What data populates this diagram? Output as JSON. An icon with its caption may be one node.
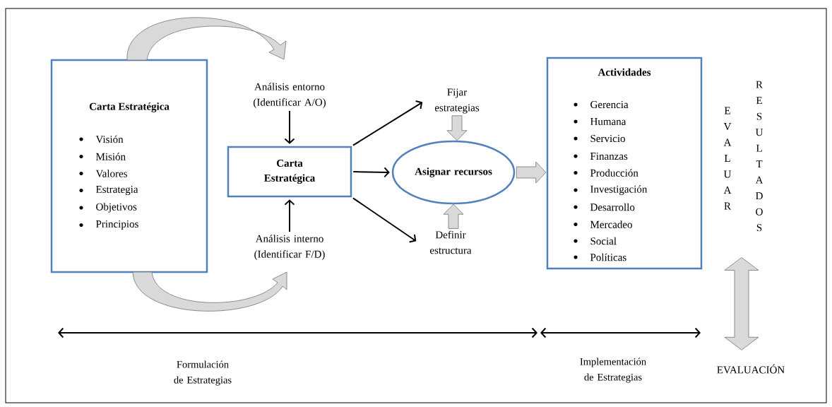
{
  "diagram": {
    "nodes": [
      {
        "text": [
          "Carta Estratégica",
          "Visión",
          "Misión",
          "Valores",
          "Estrategia",
          "Objetivos",
          "Principios"
        ]
      },
      {
        "text": [
          "Análisis entorno (Identificar A/O)"
        ]
      },
      {
        "text": [
          "Carta Estratégica"
        ]
      },
      {
        "text": [
          "Análisis interno (Identificar F/D)"
        ]
      },
      {
        "text": [
          "Fijar estrategias"
        ]
      },
      {
        "text": [
          "Asignar recursos"
        ]
      },
      {
        "text": [
          "Definir estructura"
        ]
      },
      {
        "text": [
          "Actividades",
          "Gerencia",
          "Humana",
          "Servicio",
          "Finanzas",
          "Producción",
          "Investigación",
          "Desarrollo",
          "Mercadeo",
          "Social",
          "Políticas"
        ]
      },
      {
        "text": [
          "EVALUAR"
        ]
      },
      {
        "text": [
          "RESULTADOS"
        ]
      },
      {
        "text": [
          "EVALUACIÓN"
        ]
      }
    ],
    "edges": [
      {
        "from": 0,
        "to": 1,
        "arrow": "to",
        "color": "#d9d9d9"
      },
      {
        "from": 0,
        "to": 3,
        "arrow": "to",
        "color": "#d9d9d9"
      },
      {
        "from": 1,
        "to": 2,
        "arrow": "to"
      },
      {
        "from": 3,
        "to": 2,
        "arrow": "to"
      },
      {
        "from": 2,
        "to": 4,
        "arrow": "to"
      },
      {
        "from": 2,
        "to": 5,
        "arrow": "to"
      },
      {
        "from": 2,
        "to": 6,
        "arrow": "to"
      },
      {
        "from": 4,
        "to": 5,
        "arrow": "to",
        "color": "#d9d9d9"
      },
      {
        "from": 6,
        "to": 5,
        "arrow": "to",
        "color": "#d9d9d9"
      },
      {
        "from": 5,
        "to": 7,
        "arrow": "to",
        "color": "#d9d9d9"
      },
      {
        "from": 9,
        "to": 10,
        "arrow": "both",
        "color": "#d9d9d9"
      }
    ],
    "labels": [
      "Formulación de Estrategias",
      "Implementación de Estrategias"
    ]
  }
}
